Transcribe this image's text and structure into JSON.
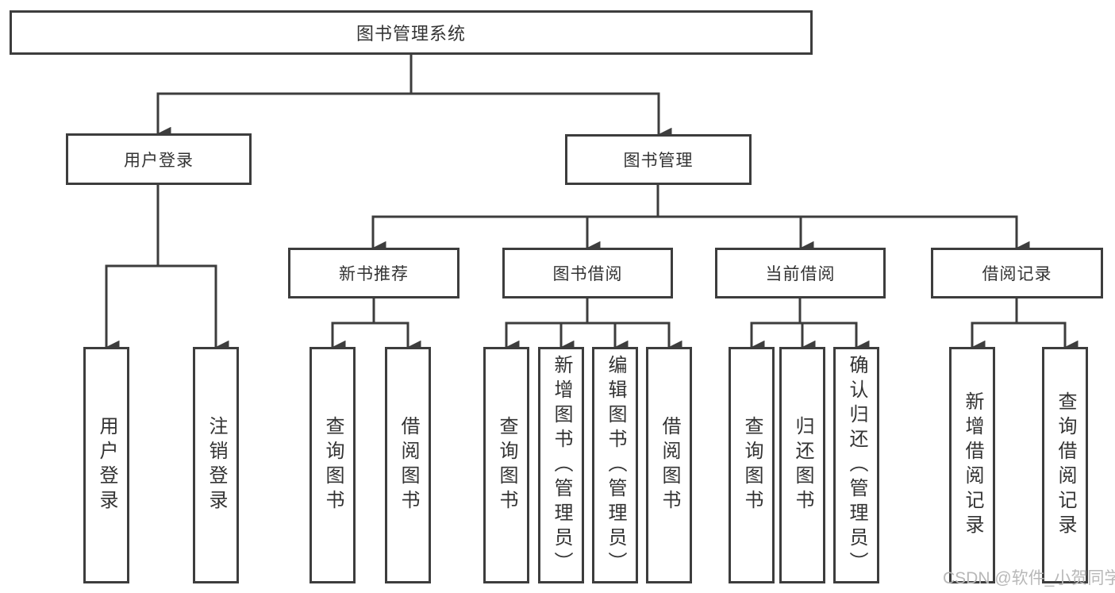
{
  "diagram": {
    "root": {
      "label": "图书管理系统"
    },
    "children": [
      {
        "label": "用户登录",
        "children": [
          {
            "label": "用户登录"
          },
          {
            "label": "注销登录"
          }
        ]
      },
      {
        "label": "图书管理",
        "children": [
          {
            "label": "新书推荐",
            "children": [
              {
                "label": "查询图书"
              },
              {
                "label": "借阅图书"
              }
            ]
          },
          {
            "label": "图书借阅",
            "children": [
              {
                "label": "查询图书"
              },
              {
                "label": "新增图书（管理员）"
              },
              {
                "label": "编辑图书（管理员）"
              },
              {
                "label": "借阅图书"
              }
            ]
          },
          {
            "label": "当前借阅",
            "children": [
              {
                "label": "查询图书"
              },
              {
                "label": "归还图书"
              },
              {
                "label": "确认归还（管理员）"
              }
            ]
          },
          {
            "label": "借阅记录",
            "children": [
              {
                "label": "新增借阅记录"
              },
              {
                "label": "查询借阅记录"
              }
            ]
          }
        ]
      }
    ]
  },
  "watermark": {
    "text": "CSDN @软件_小贺同学"
  },
  "colors": {
    "line": "#3d3d3d",
    "text": "#333333",
    "watermark": "#b8b8b8",
    "background": "#ffffff"
  }
}
